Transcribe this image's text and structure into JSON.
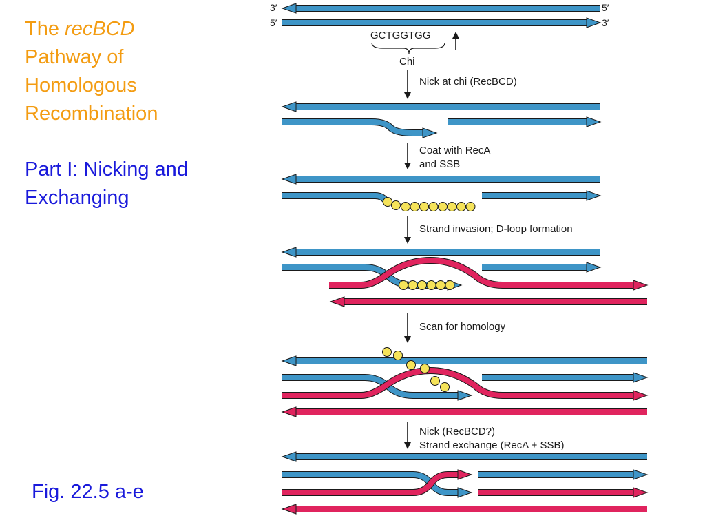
{
  "title": {
    "line1_prefix": "The ",
    "line1_italic": "recBCD",
    "line2": "Pathway of",
    "line3": "Homologous",
    "line4": "Recombination"
  },
  "subtitle": {
    "line1": "Part I: Nicking and",
    "line2": "Exchanging"
  },
  "figure_ref": "Fig. 22.5 a-e",
  "colors": {
    "title": "#f39c12",
    "subtitle": "#1a1adb",
    "dna_blue": "#3e95c7",
    "dna_pink": "#e0245e",
    "ssb": "#f5e35a",
    "outline": "#1a1a1a"
  },
  "diagram": {
    "end_3_prime_top": "3′",
    "end_5_prime_top": "5′",
    "end_5_prime_bottom": "5′",
    "end_3_prime_bottom": "3′",
    "chi_sequence": "GCTGGTGG",
    "chi_label": "Chi",
    "steps": [
      {
        "line1": "Nick at chi (RecBCD)",
        "line2": ""
      },
      {
        "line1": "Coat with RecA",
        "line2": "and SSB"
      },
      {
        "line1": "Strand invasion; D-loop formation",
        "line2": ""
      },
      {
        "line1": "Scan for homology",
        "line2": ""
      },
      {
        "line1": "Nick (RecBCD?)",
        "line2": "Strand exchange (RecA + SSB)"
      }
    ]
  }
}
